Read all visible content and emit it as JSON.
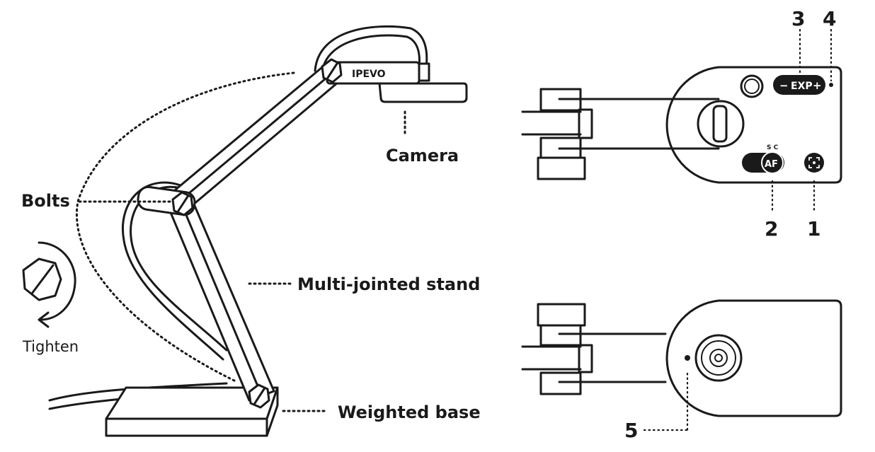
{
  "labels": {
    "camera": "Camera",
    "bolts": "Bolts",
    "stand": "Multi-jointed stand",
    "base": "Weighted base",
    "tighten": "Tighten"
  },
  "brand": "IPEVO",
  "buttons": {
    "exp": "EXP",
    "exp_minus": "−",
    "exp_plus": "+",
    "af": "AF",
    "sc": "S C"
  },
  "callouts": [
    "1",
    "2",
    "3",
    "4",
    "5"
  ],
  "colors": {
    "ink": "#1a1a1a",
    "background": "#ffffff"
  },
  "icons": [
    "bolt-icon",
    "rotate-arrow-icon",
    "focus-icon"
  ]
}
